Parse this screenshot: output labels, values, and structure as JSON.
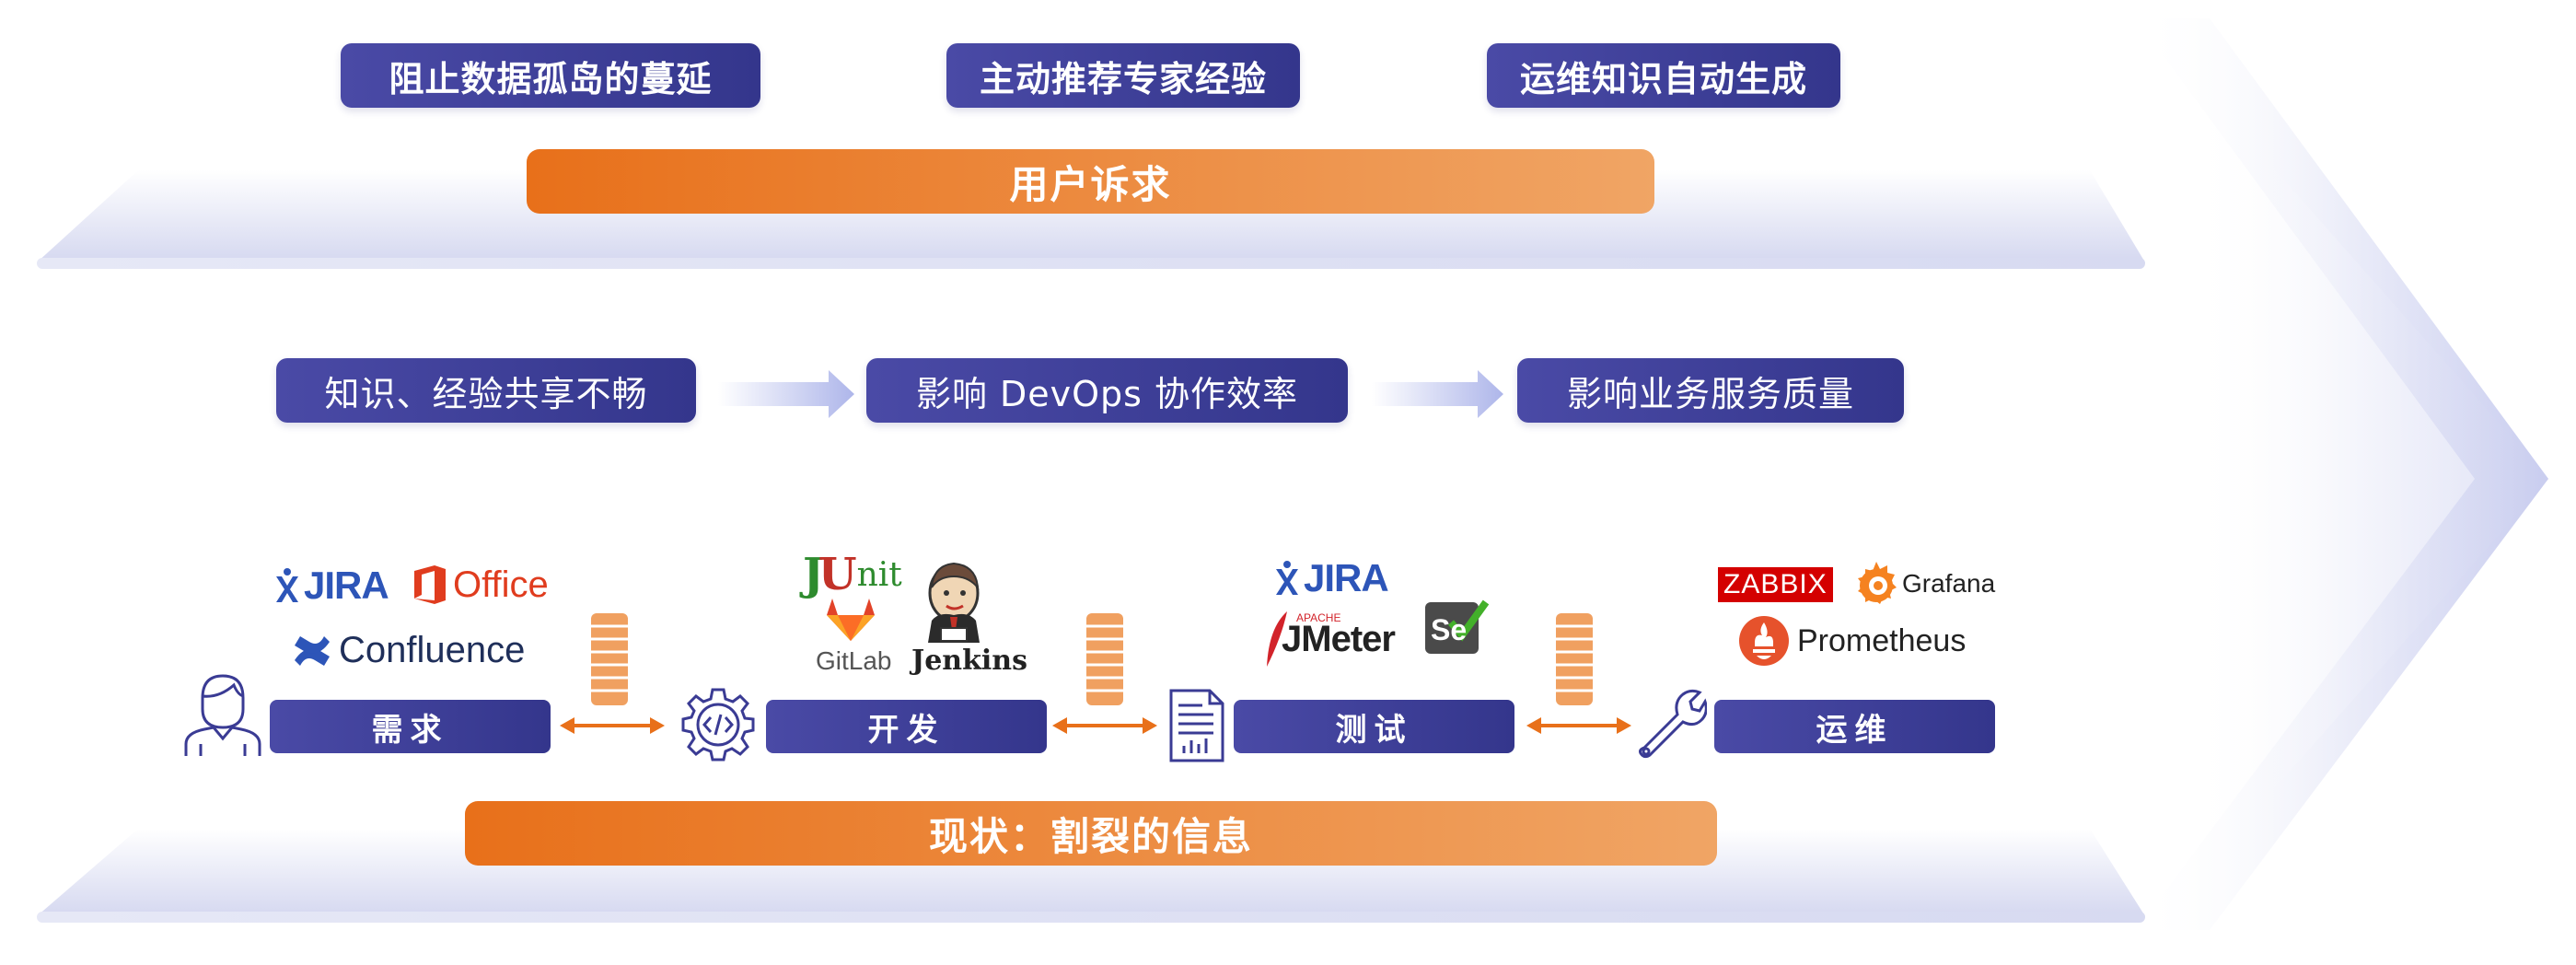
{
  "top_goals": [
    "阻止数据孤岛的蔓延",
    "主动推荐专家经验",
    "运维知识自动生成"
  ],
  "user_demand_label": "用户诉求",
  "problems": [
    "知识、经验共享不畅",
    "影响 DevOps 协作效率",
    "影响业务服务质量"
  ],
  "stages": [
    "需求",
    "开发",
    "测试",
    "运维"
  ],
  "tools": {
    "requirements": {
      "jira": "JIRA",
      "office": "Office",
      "confluence": "Confluence"
    },
    "development": {
      "junit_j": "J",
      "junit_u": "U",
      "junit_rest": "nit",
      "gitlab": "GitLab",
      "jenkins": "Jenkins"
    },
    "testing": {
      "jira": "JIRA",
      "jmeter_apache": "APACHE",
      "jmeter": "JMeter",
      "selenium": "Se"
    },
    "operations": {
      "zabbix": "ZABBIX",
      "grafana": "Grafana",
      "prometheus": "Prometheus"
    }
  },
  "status_label": "现状：割裂的信息",
  "colors": {
    "navy": "#3a3b94",
    "orange": "#e8701a",
    "light_band": "#dfe1f5"
  }
}
